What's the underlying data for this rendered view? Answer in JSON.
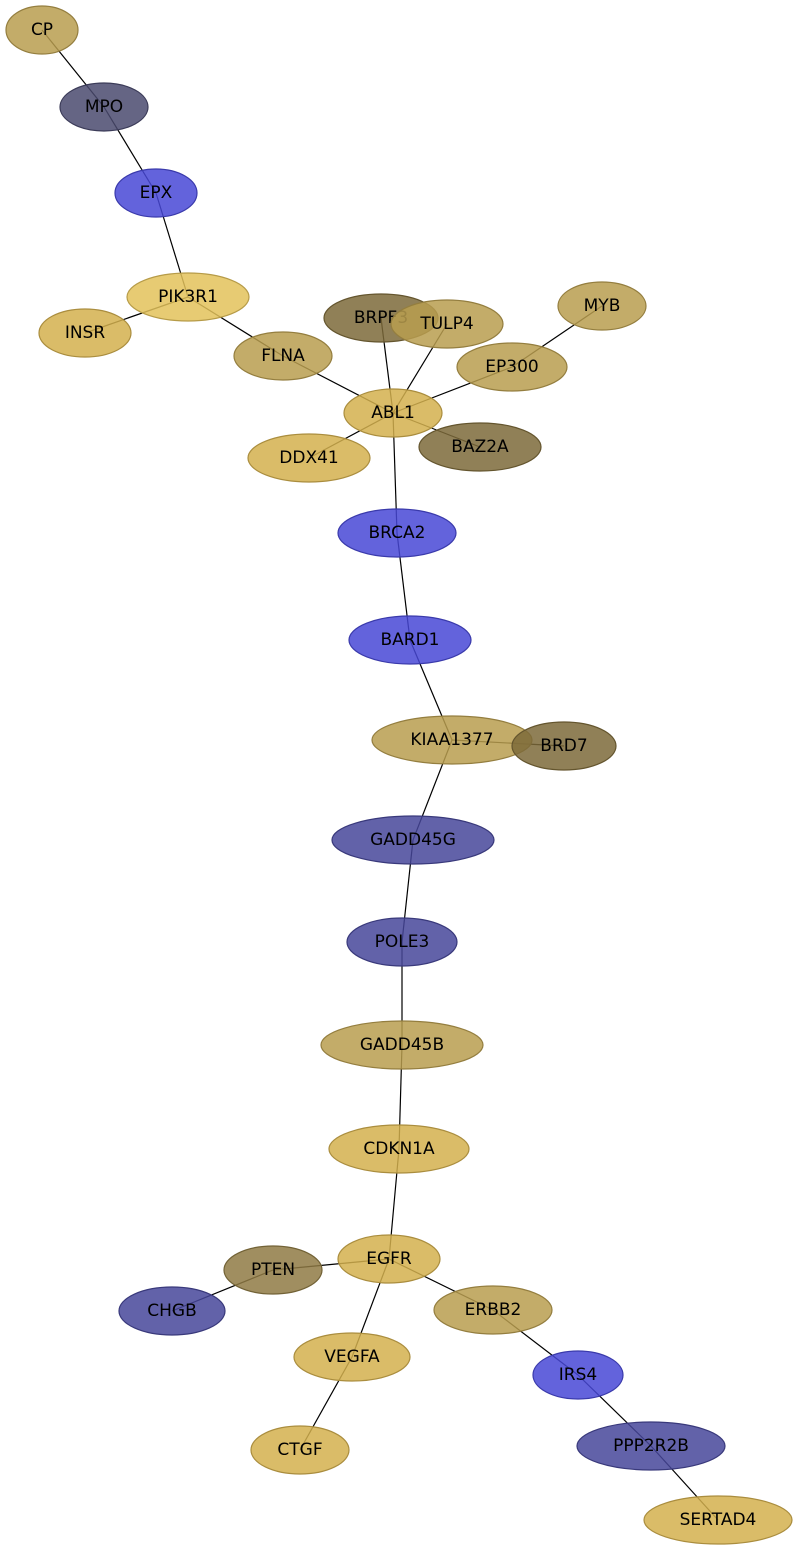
{
  "colors": {
    "gold": "#d4b04d",
    "gold_light": "#e3c25a",
    "olive": "#b99d4f",
    "khaki": "#c8a95c",
    "brown_olive": "#8f7a44",
    "dark_brown": "#7d6a3a",
    "slate": "#4a4a6e",
    "blue": "#4848d6",
    "navy": "#47479a",
    "edge": "#000000"
  },
  "nodes": [
    {
      "id": "CP",
      "label": "CP",
      "color": "olive"
    },
    {
      "id": "MPO",
      "label": "MPO",
      "color": "slate"
    },
    {
      "id": "EPX",
      "label": "EPX",
      "color": "blue"
    },
    {
      "id": "PIK3R1",
      "label": "PIK3R1",
      "color": "gold_light"
    },
    {
      "id": "INSR",
      "label": "INSR",
      "color": "gold"
    },
    {
      "id": "FLNA",
      "label": "FLNA",
      "color": "olive"
    },
    {
      "id": "BRPF3",
      "label": "BRPF3",
      "color": "dark_brown"
    },
    {
      "id": "TULP4",
      "label": "TULP4",
      "color": "olive"
    },
    {
      "id": "MYB",
      "label": "MYB",
      "color": "olive"
    },
    {
      "id": "EP300",
      "label": "EP300",
      "color": "olive"
    },
    {
      "id": "ABL1",
      "label": "ABL1",
      "color": "gold"
    },
    {
      "id": "BAZ2A",
      "label": "BAZ2A",
      "color": "dark_brown"
    },
    {
      "id": "DDX41",
      "label": "DDX41",
      "color": "gold"
    },
    {
      "id": "BRCA2",
      "label": "BRCA2",
      "color": "blue"
    },
    {
      "id": "BARD1",
      "label": "BARD1",
      "color": "blue"
    },
    {
      "id": "KIAA1377",
      "label": "KIAA1377",
      "color": "olive"
    },
    {
      "id": "BRD7",
      "label": "BRD7",
      "color": "dark_brown"
    },
    {
      "id": "GADD45G",
      "label": "GADD45G",
      "color": "navy"
    },
    {
      "id": "POLE3",
      "label": "POLE3",
      "color": "navy"
    },
    {
      "id": "GADD45B",
      "label": "GADD45B",
      "color": "olive"
    },
    {
      "id": "CDKN1A",
      "label": "CDKN1A",
      "color": "gold"
    },
    {
      "id": "EGFR",
      "label": "EGFR",
      "color": "gold"
    },
    {
      "id": "PTEN",
      "label": "PTEN",
      "color": "brown_olive"
    },
    {
      "id": "CHGB",
      "label": "CHGB",
      "color": "navy"
    },
    {
      "id": "ERBB2",
      "label": "ERBB2",
      "color": "olive"
    },
    {
      "id": "VEGFA",
      "label": "VEGFA",
      "color": "gold"
    },
    {
      "id": "CTGF",
      "label": "CTGF",
      "color": "gold"
    },
    {
      "id": "IRS4",
      "label": "IRS4",
      "color": "blue"
    },
    {
      "id": "PPP2R2B",
      "label": "PPP2R2B",
      "color": "navy"
    },
    {
      "id": "SERTAD4",
      "label": "SERTAD4",
      "color": "gold"
    }
  ],
  "edges": [
    [
      "CP",
      "MPO"
    ],
    [
      "MPO",
      "EPX"
    ],
    [
      "EPX",
      "PIK3R1"
    ],
    [
      "PIK3R1",
      "INSR"
    ],
    [
      "PIK3R1",
      "FLNA"
    ],
    [
      "FLNA",
      "ABL1"
    ],
    [
      "BRPF3",
      "ABL1"
    ],
    [
      "TULP4",
      "ABL1"
    ],
    [
      "MYB",
      "EP300"
    ],
    [
      "EP300",
      "ABL1"
    ],
    [
      "ABL1",
      "DDX41"
    ],
    [
      "ABL1",
      "BAZ2A"
    ],
    [
      "ABL1",
      "BRCA2"
    ],
    [
      "BRCA2",
      "BARD1"
    ],
    [
      "BARD1",
      "KIAA1377"
    ],
    [
      "KIAA1377",
      "BRD7"
    ],
    [
      "KIAA1377",
      "GADD45G"
    ],
    [
      "GADD45G",
      "POLE3"
    ],
    [
      "POLE3",
      "GADD45B"
    ],
    [
      "GADD45B",
      "CDKN1A"
    ],
    [
      "CDKN1A",
      "EGFR"
    ],
    [
      "EGFR",
      "PTEN"
    ],
    [
      "PTEN",
      "CHGB"
    ],
    [
      "EGFR",
      "ERBB2"
    ],
    [
      "EGFR",
      "VEGFA"
    ],
    [
      "VEGFA",
      "CTGF"
    ],
    [
      "ERBB2",
      "IRS4"
    ],
    [
      "IRS4",
      "PPP2R2B"
    ],
    [
      "PPP2R2B",
      "SERTAD4"
    ]
  ]
}
